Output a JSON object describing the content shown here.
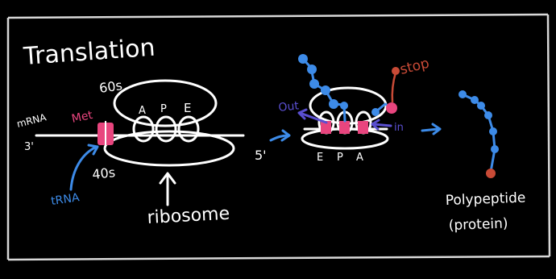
{
  "title": "Translation",
  "labels": {
    "mrna": "mRNA",
    "three_prime": "3'",
    "five_prime": "5'",
    "met": "Met",
    "trna": "tRNA",
    "large_subunit": "60s",
    "small_subunit": "40s",
    "ribosome": "ribosome",
    "site_a": "A",
    "site_p": "P",
    "site_e": "E",
    "site_e2": "E",
    "site_p2": "P",
    "site_a2": "A",
    "out": "Out",
    "in": "in",
    "stop": "stop",
    "polypeptide_line1": "Polypeptide",
    "polypeptide_line2": "(protein)"
  },
  "colors": {
    "background": "#000000",
    "ink": "#ffffff",
    "blue": "#3d8be8",
    "pink": "#e8457e",
    "red": "#c84a36",
    "purple": "#5a4fd0"
  }
}
